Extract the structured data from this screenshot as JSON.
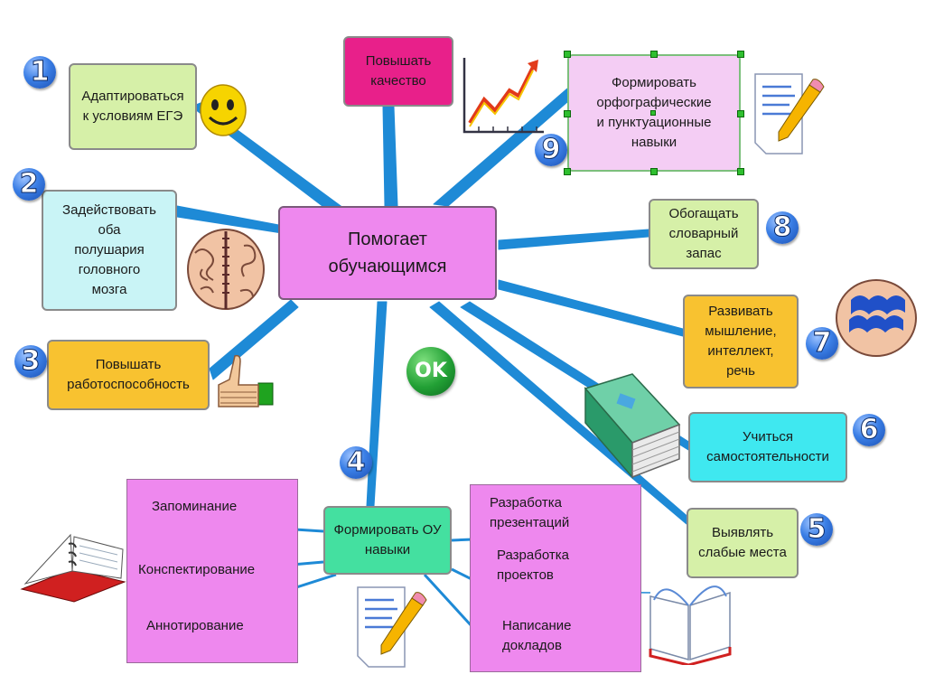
{
  "center": {
    "label": "Помогает\nобучающимся"
  },
  "goals": [
    {
      "num": "1",
      "label": "Адаптироваться\nк условиям ЕГЭ",
      "color": "#d6f0a8"
    },
    {
      "num": "2",
      "label": "Задействовать\nоба\nполушария\nголовного\nмозга",
      "color": "#c9f4f6"
    },
    {
      "num": "3",
      "label": "Повышать\nработоспособность",
      "color": "#f8c230"
    },
    {
      "num": "4",
      "label": "Формировать ОУ\nнавыки",
      "color": "#44e0a0"
    },
    {
      "num": "5",
      "label": "Выявлять\nслабые места",
      "color": "#d6f0a8"
    },
    {
      "num": "6",
      "label": "Учиться\nсамостоятельности",
      "color": "#3fe8f0"
    },
    {
      "num": "7",
      "label": "Развивать\nмышление,\nинтеллект,\nречь",
      "color": "#f8c230"
    },
    {
      "num": "8",
      "label": "Обогащать\nсловарный\nзапас",
      "color": "#d6f0a8"
    },
    {
      "num": "9",
      "label": "Формировать\nорфографические\nи пунктуационные\nнавыки",
      "color": "#f4cdf4"
    }
  ],
  "quality": {
    "label": "Повышать\nкачество",
    "color": "#e8208a"
  },
  "ok_badge": {
    "label": "OK",
    "color": "#22a035"
  },
  "left_skills": [
    "Запоминание",
    "Конспектирование",
    "Аннотирование"
  ],
  "right_skills": [
    "Разработка\nпрезентаций",
    "Разработка\nпроектов",
    "Написание\nдокладов"
  ],
  "colors": {
    "wire": "#1e8ad6",
    "panel": "#ee88ee",
    "center": "#ee88ee"
  },
  "icons": [
    "smiley-icon",
    "brain-icon",
    "thumbs-up-icon",
    "growth-chart-icon",
    "pencil-document-icon",
    "brain-pattern-icon",
    "book-stack-icon",
    "notebook-icon",
    "open-book-icon"
  ]
}
